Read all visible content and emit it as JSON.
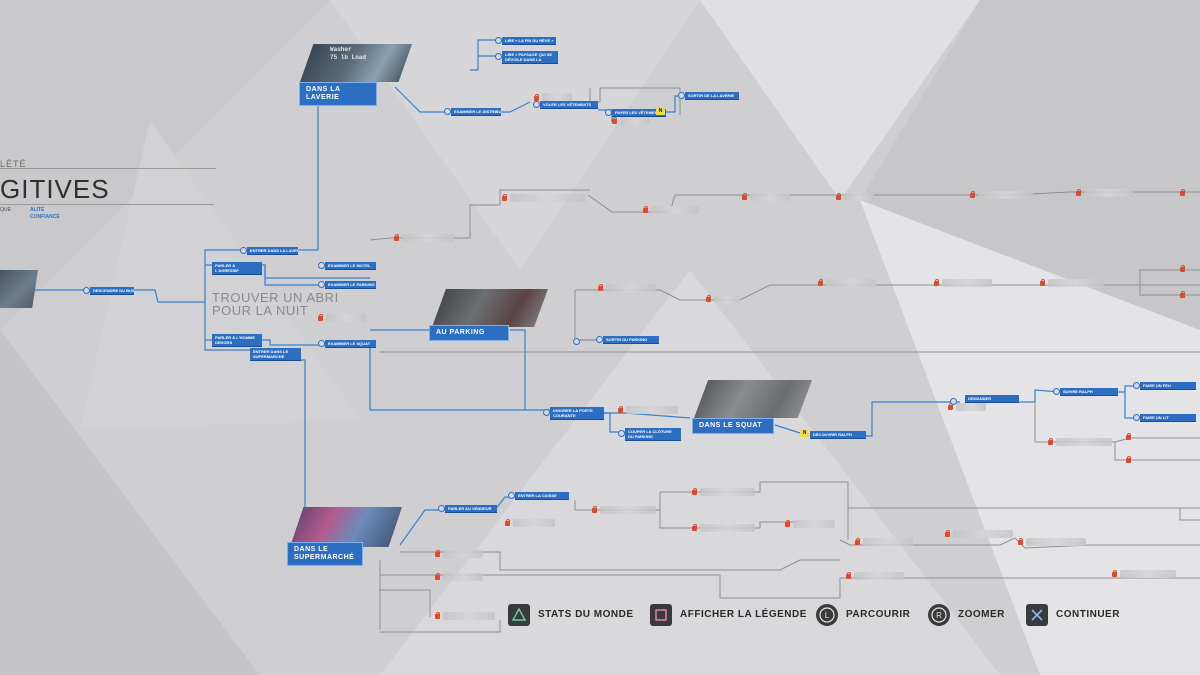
{
  "chapter": {
    "subtitle": "LÉTÉ",
    "title": "GITIVES",
    "stat_left": "QUE",
    "stat_right_1": "ALITÉ",
    "stat_right_2": "CONFIANCE"
  },
  "center_title": "TROUVER UN ABRI POUR LA NUIT",
  "scenes": {
    "laverie": {
      "label": "DANS LA LAVERIE",
      "overlay_1": "Washer",
      "overlay_2": "75 lb Load"
    },
    "parking": {
      "label": "AU PARKING"
    },
    "squat": {
      "label": "DANS LE SQUAT"
    },
    "supermarche": {
      "label": "DANS LE SUPERMARCHÉ"
    }
  },
  "nodes": {
    "descendre_bus": "DESCENDRE DU BUS",
    "aller_laverie": "ENTRER DANS LA LAVERIE",
    "parler_voyageur": "PARLER À L'AGRESSIF VOYAGEUR",
    "examiner_motel": "EXAMINER LE MOTEL",
    "examiner_parking": "EXAMINER LE PARKING",
    "parler_dealer": "PARLER À L'HOMME DEHORS",
    "entrer_supermarche": "ENTRER DANS LE SUPERMARCHÉ",
    "examiner_squat": "EXAMINER LE SQUAT",
    "lire_reveil": "LIRE « LA FIN DU RÊVE »",
    "lire_panneau": "LIRE « PAYSAGE QUI SE DÉVOILE DANS LA LAVERIE »",
    "examiner_distributeur": "EXAMINER LE DISTRIBUTEUR",
    "voler_vetements": "VOLER LES VÊTEMENTS",
    "payer_vetements": "PAYER LES VÊTEMENTS",
    "sortir_laverie": "SORTIR DE LA LAVERIE",
    "sortir_parking": "SORTIR DU PARKING",
    "ignorer_grillage": "IGNORER LA PORTE COURANTE",
    "couper_cloture": "COUPER LA CLÔTURE DU PARKING",
    "decouvrir_ralph": "DÉCOUVRIR RALPH",
    "demander": "DEMANDER",
    "suivre_ralph": "SUIVRE RALPH",
    "faire_feu": "FAIRE UN FEU",
    "faire_lit": "FAIRE UN LIT",
    "parler_vendeur": "PARLER AU VENDEUR",
    "entrer_caisse": "ENTRER LA CAISSE"
  },
  "new_tag": "N",
  "footer": {
    "stats": "STATS DU MONDE",
    "legend": "AFFICHER LA LÉGENDE",
    "browse": "PARCOURIR",
    "zoom": "ZOOMER",
    "continue": "CONTINUER"
  },
  "colors": {
    "background": "#cfcfd1",
    "node_blue": "#2c6fc2",
    "line_blue": "#3b7fd0",
    "line_gray": "#8f8f93",
    "lock_red": "#e04a2c",
    "new_yellow": "#f1dc3a"
  }
}
